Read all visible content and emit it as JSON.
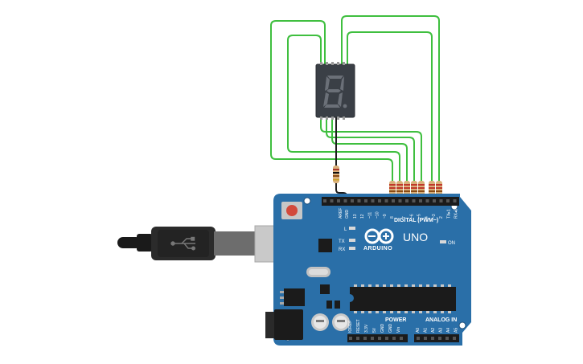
{
  "board": {
    "model": "UNO",
    "brand": "ARDUINO",
    "digital_label": "DIGITAL (PWM~)",
    "power_label": "POWER",
    "analog_label": "ANALOG IN",
    "on_label": "ON",
    "led_l": "L",
    "led_tx": "TX",
    "led_rx": "RX",
    "aref": "AREF",
    "gnd": "GND",
    "digital_pins": [
      "13",
      "12",
      "~11",
      "~10",
      "~9",
      "8",
      "7",
      "~6",
      "~5",
      "4",
      "~3",
      "2",
      "TX▸1",
      "RX◂0"
    ],
    "power_pins": [
      "IOREF",
      "RESET",
      "3.3V",
      "5V",
      "GND",
      "GND",
      "Vin"
    ],
    "analog_pins": [
      "A0",
      "A1",
      "A2",
      "A3",
      "A4",
      "A5"
    ]
  },
  "colors": {
    "board": "#2a6fa8",
    "wire": "#3fbf3f",
    "display": "#3a3f46",
    "segment_off": "#6b7078",
    "resistor": "#d9b07a"
  },
  "display": {
    "digit": "8."
  }
}
